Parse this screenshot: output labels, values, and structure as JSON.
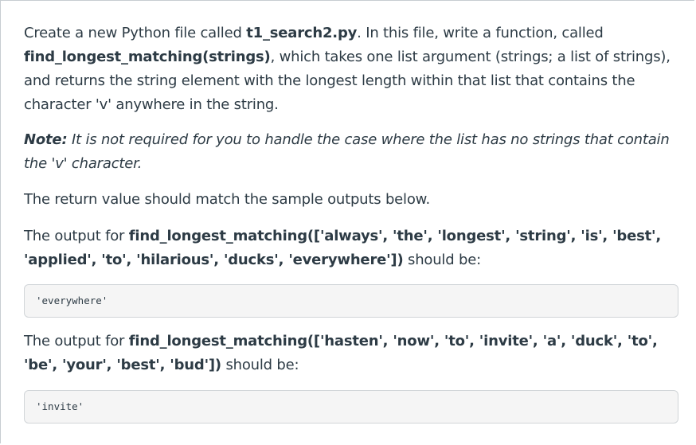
{
  "p1": {
    "t1": "Create a new Python file called ",
    "t2": "t1_search2.py",
    "t3": ".  In this file, write a function, called ",
    "t4": "find_longest_matching(strings)",
    "t5": ", which takes one list argument (strings; a list of strings), and returns the string element with the longest length within that list that contains the character 'v' anywhere in the string."
  },
  "note": {
    "label": "Note:",
    "text": "  It is not required for you to handle the case where the list has no strings that contain the 'v' character."
  },
  "p3": {
    "text": "The return value should match the sample outputs below."
  },
  "example1": {
    "prefix": "The output for ",
    "call": "find_longest_matching(['always', 'the', 'longest', 'string', 'is', 'best', 'applied', 'to', 'hilarious', 'ducks', 'everywhere'])",
    "suffix": " should be:",
    "output": "'everywhere'"
  },
  "example2": {
    "prefix": "The output for ",
    "call": "find_longest_matching(['hasten', 'now', 'to', 'invite', 'a', 'duck', 'to', 'be', 'your', 'best', 'bud'])",
    "suffix": " should be:",
    "output": "'invite'"
  }
}
